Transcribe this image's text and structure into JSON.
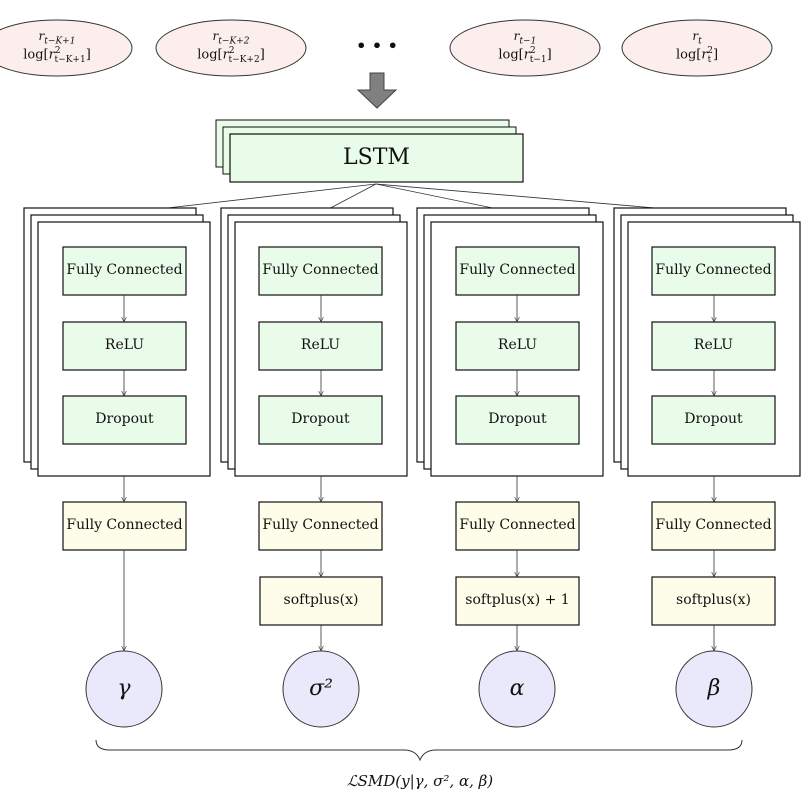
{
  "inputs": [
    {
      "top": "r_{t−K+1}",
      "bottom": "log[r²_{t−K+1}]"
    },
    {
      "top": "r_{t−K+2}",
      "bottom": "log[r²_{t−K+2}]"
    },
    {
      "top": "r_{t−1}",
      "bottom": "log[r²_{t−1}]"
    },
    {
      "top": "r_t",
      "bottom": "log[r_t²]"
    }
  ],
  "dots": "• • •",
  "lstm": "LSTM",
  "block": {
    "fc": "Fully Connected",
    "relu": "ReLU",
    "dropout": "Dropout"
  },
  "heads": [
    {
      "fc": "Fully Connected",
      "act": "",
      "out": "γ"
    },
    {
      "fc": "Fully Connected",
      "act": "softplus(x)",
      "out": "σ²"
    },
    {
      "fc": "Fully Connected",
      "act": "softplus(x) + 1",
      "out": "α"
    },
    {
      "fc": "Fully Connected",
      "act": "softplus(x)",
      "out": "β"
    }
  ],
  "loss": "ℒSMD(y|γ, σ², α, β)",
  "colors": {
    "input_fill": "#fdeeee",
    "green_fill": "#e9fbe9",
    "yellow_fill": "#fdfde9",
    "circle_fill": "#e9e9fb",
    "arrow_fill": "#808080"
  }
}
